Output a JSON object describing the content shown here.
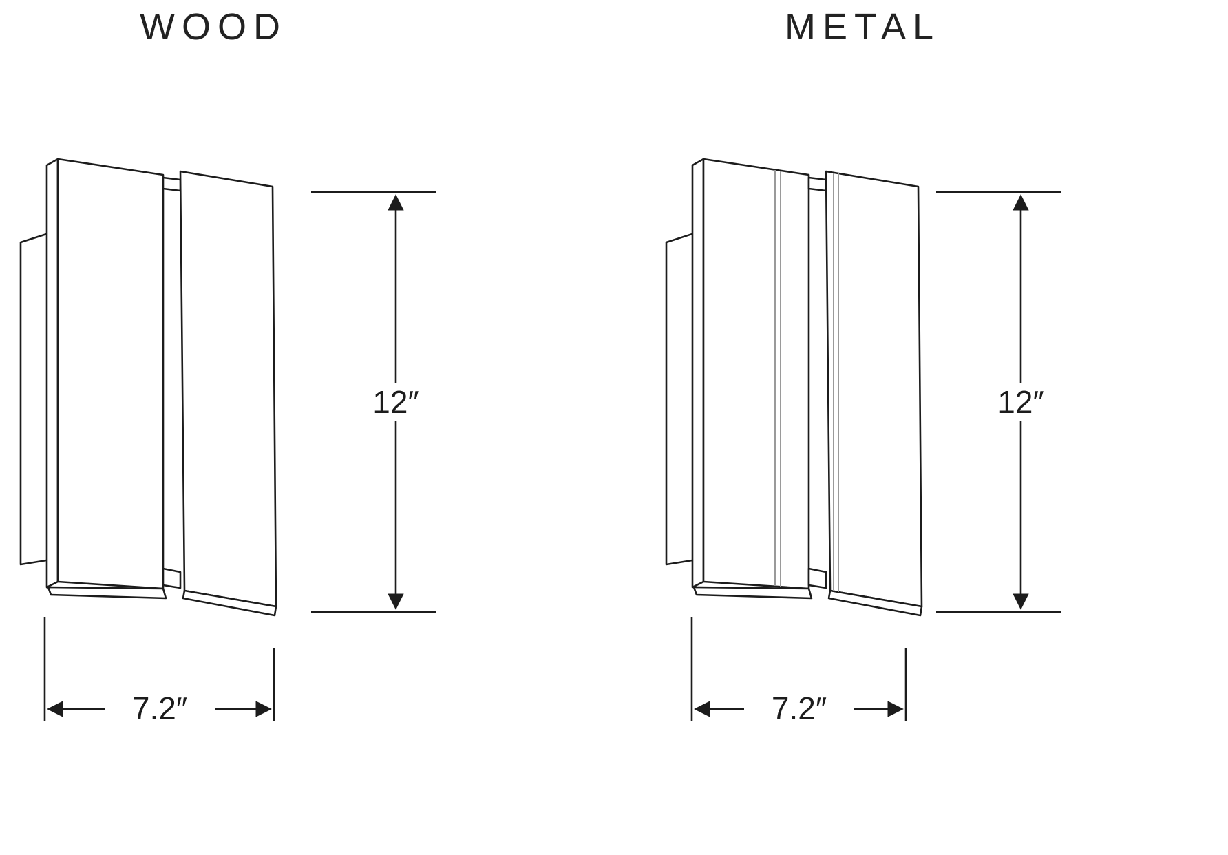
{
  "diagram": {
    "type": "product-dimension-diagram",
    "line_color": "#1c1c1c",
    "background_color": "#ffffff",
    "figures": [
      {
        "id": "wood",
        "title": "WOOD",
        "height_label": "12″",
        "width_label": "7.2″"
      },
      {
        "id": "metal",
        "title": "METAL",
        "height_label": "12″",
        "width_label": "7.2″"
      }
    ]
  }
}
